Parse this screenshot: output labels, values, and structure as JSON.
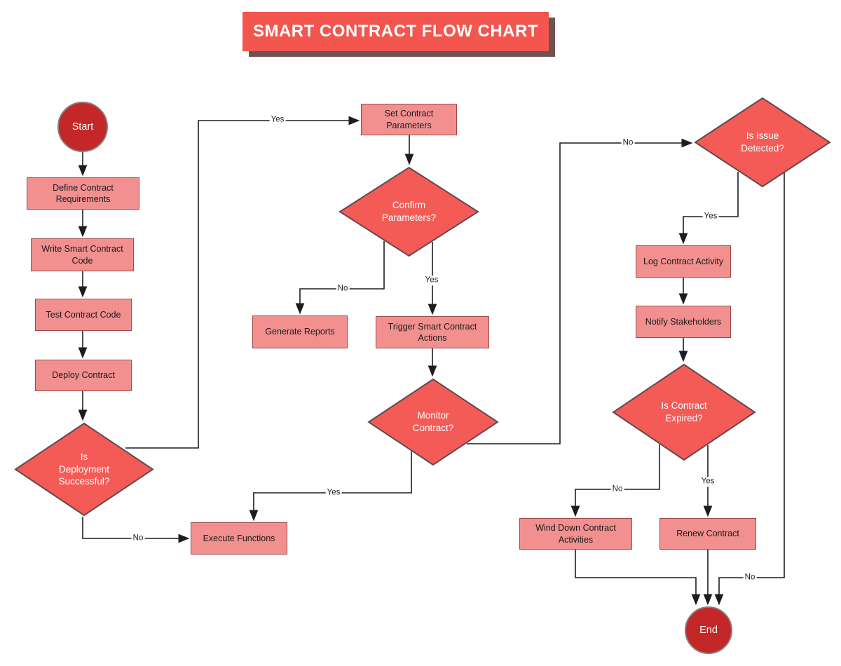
{
  "title": "SMART CONTRACT FLOW CHART",
  "colors": {
    "title_fill": "#f2564f",
    "title_shadow": "#6f5353",
    "process_fill": "#f29090",
    "process_border": "#9c4a48",
    "decision_fill": "#f45b57",
    "decision_border": "#63494d",
    "terminal_fill": "#c32727",
    "terminal_border": "#8d7b7b",
    "line_color": "#1d1d1d",
    "label_color": "#1d1d1d",
    "node_text": "#1a1a1a",
    "decision_text": "#ffffff"
  },
  "nodes": {
    "start": {
      "label": "Start",
      "type": "terminal"
    },
    "define_requirements": {
      "label": "Define Contract Requirements",
      "type": "process"
    },
    "write_code": {
      "label": "Write Smart Contract Code",
      "type": "process"
    },
    "test_code": {
      "label": "Test Contract Code",
      "type": "process"
    },
    "deploy_contract": {
      "label": "Deploy Contract",
      "type": "process"
    },
    "deployment_successful": {
      "label": "Is Deployment Successful?",
      "type": "decision"
    },
    "execute_functions": {
      "label": "Execute Functions",
      "type": "process"
    },
    "set_parameters": {
      "label": "Set Contract Parameters",
      "type": "process"
    },
    "confirm_parameters": {
      "label": "Confirm Parameters?",
      "type": "decision"
    },
    "generate_reports": {
      "label": "Generate Reports",
      "type": "process"
    },
    "trigger_actions": {
      "label": "Trigger Smart Contract Actions",
      "type": "process"
    },
    "monitor_contract": {
      "label": "Monitor Contract?",
      "type": "decision"
    },
    "issue_detected": {
      "label": "Is Issue Detected?",
      "type": "decision"
    },
    "log_activity": {
      "label": "Log Contract Activity",
      "type": "process"
    },
    "notify_stakeholders": {
      "label": "Notify Stakeholders",
      "type": "process"
    },
    "contract_expired": {
      "label": "Is Contract Expired?",
      "type": "decision"
    },
    "wind_down": {
      "label": "Wind Down Contract Activities",
      "type": "process"
    },
    "renew_contract": {
      "label": "Renew Contract",
      "type": "process"
    },
    "end": {
      "label": "End",
      "type": "terminal"
    }
  },
  "edges": {
    "start_to_define": {
      "from": "start",
      "to": "define_requirements"
    },
    "define_to_write": {
      "from": "define_requirements",
      "to": "write_code"
    },
    "write_to_test": {
      "from": "write_code",
      "to": "test_code"
    },
    "test_to_deploy": {
      "from": "test_code",
      "to": "deploy_contract"
    },
    "deploy_to_decision": {
      "from": "deploy_contract",
      "to": "deployment_successful"
    },
    "deployment_no": {
      "from": "deployment_successful",
      "to": "execute_functions",
      "label": "No"
    },
    "deployment_yes": {
      "from": "deployment_successful",
      "to": "set_parameters",
      "label": "Yes"
    },
    "set_to_confirm": {
      "from": "set_parameters",
      "to": "confirm_parameters"
    },
    "confirm_no": {
      "from": "confirm_parameters",
      "to": "generate_reports",
      "label": "No"
    },
    "confirm_yes": {
      "from": "confirm_parameters",
      "to": "trigger_actions",
      "label": "Yes"
    },
    "trigger_to_monitor": {
      "from": "trigger_actions",
      "to": "monitor_contract"
    },
    "monitor_yes": {
      "from": "monitor_contract",
      "to": "execute_functions",
      "label": "Yes"
    },
    "monitor_no": {
      "from": "monitor_contract",
      "to": "issue_detected",
      "label": "No"
    },
    "issue_yes": {
      "from": "issue_detected",
      "to": "log_activity",
      "label": "Yes"
    },
    "issue_no": {
      "from": "issue_detected",
      "to": "end",
      "label": "No"
    },
    "log_to_notify": {
      "from": "log_activity",
      "to": "notify_stakeholders"
    },
    "notify_to_expired": {
      "from": "notify_stakeholders",
      "to": "contract_expired"
    },
    "expired_no": {
      "from": "contract_expired",
      "to": "wind_down",
      "label": "No"
    },
    "expired_yes": {
      "from": "contract_expired",
      "to": "renew_contract",
      "label": "Yes"
    },
    "wind_down_to_end": {
      "from": "wind_down",
      "to": "end"
    },
    "renew_to_end": {
      "from": "renew_contract",
      "to": "end"
    }
  }
}
